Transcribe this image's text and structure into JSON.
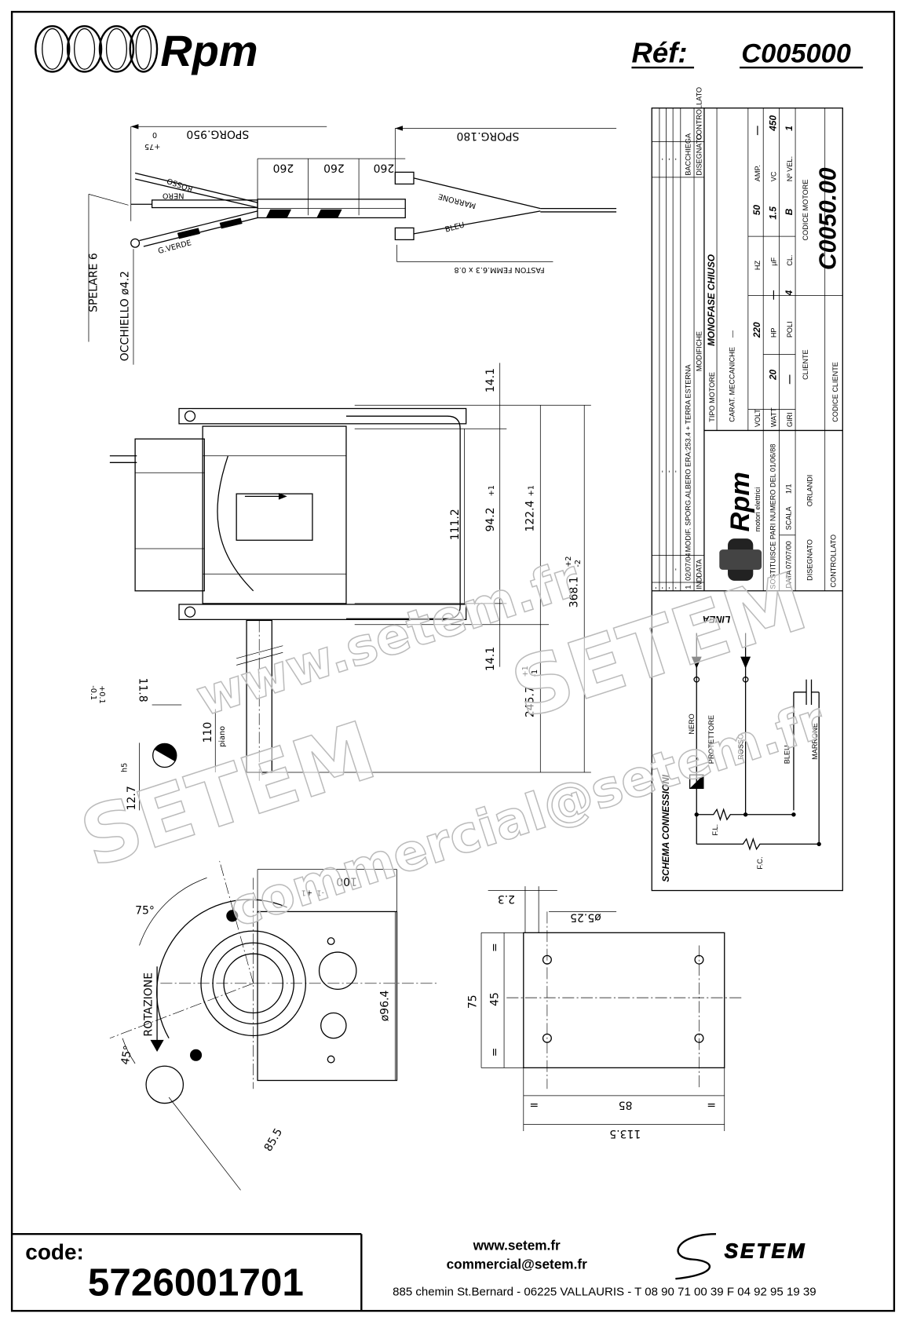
{
  "header": {
    "brand": "Rpm",
    "ref_label": "Réf:",
    "ref_value": "C005000"
  },
  "wiring": {
    "sporg_950": "SPORG.950",
    "tol_lower": "0",
    "tol_upper": "+75",
    "spacing": [
      "260",
      "260",
      "260"
    ],
    "rosso": "ROSSO",
    "nero": "NERO",
    "g_verde": "G.VERDE",
    "spelare": "SPELARE 6",
    "occhiello": "OCCHIELLO ø4.2",
    "sporg_180": "SPORG.180",
    "marrone": "MARRONE",
    "bleu": "BLEU",
    "faston": "FASTON FEMM.6.3 x 0.8"
  },
  "side_view": {
    "dim_top": "14.1",
    "dim_111": "111.2",
    "dim_94": "94.2",
    "dim_122": "122.4",
    "dim_368": "368.1",
    "dim_bottom": "14.1",
    "dim_245": "245.7",
    "tol_p1": "+1",
    "tol_m1": "-1",
    "tol_p2": "+2",
    "tol_m2": "-2",
    "dim_110": "110",
    "piano": "piano",
    "dim_12_7": "12.7",
    "h5": "h5",
    "dim_11_8": "11.8",
    "tol_p01": "+0.1",
    "tol_m01": "-0.1"
  },
  "front_view": {
    "angle_75": "75°",
    "angle_45": "45°",
    "rotation": "ROTAZIONE",
    "dim_100": "100",
    "dim_96_4": "ø96.4",
    "dim_85_5": "85.5",
    "tol_p1": "+1",
    "tol_m1": "-1"
  },
  "base_view": {
    "dim_75": "75",
    "dim_45": "45",
    "equal": "=",
    "dim_2_3": "2.3",
    "hole": "ø5.25",
    "dim_85": "85",
    "dim_113_5": "113.5"
  },
  "title_block": {
    "mod_rows": [
      {
        "ind": "1",
        "data": "02/07/04",
        "desc": "MODIF. SPORG.ALBERO ERA:253.4 + TERRA ESTERNA",
        "dis": "BACCHIEGA"
      },
      {
        "ind": "-",
        "data": "-",
        "desc": "-",
        "dis": "-"
      },
      {
        "ind": "-",
        "data": "-",
        "desc": "-",
        "dis": "-"
      },
      {
        "ind": "-",
        "data": "-",
        "desc": "-",
        "dis": "-"
      },
      {
        "ind": "-",
        "data": "-",
        "desc": "-",
        "dis": "-"
      }
    ],
    "hdr_ind": "IND",
    "hdr_data": "DATA",
    "hdr_modifiche": "MODIFICHE",
    "hdr_disegnato": "DISEGNATO",
    "hdr_controllato": "CONTROLLATO",
    "logo_brand": "Rpm",
    "logo_sub": "motori elettrici",
    "sostituisce": "SOSTITUISCE PARI NUMERO DEL 01/06/88",
    "data_label": "DATA",
    "data_value": "07/07/00",
    "scala_label": "SCALA",
    "scala_value": "1/1",
    "disegnato_label": "DISEGNATO",
    "disegnato_value": "ORLANDI",
    "controllato_label": "CONTROLLATO",
    "tipo_motore_label": "TIPO MOTORE",
    "tipo_motore_value": "MONOFASE CHIUSO",
    "carat_label": "CARAT. MECCANICHE",
    "carat_value": "—",
    "volt_label": "VOLT",
    "volt_value": "220",
    "hz_label": "HZ",
    "hz_value": "50",
    "amp_label": "AMP.",
    "amp_value": "—",
    "watt_label": "WATT",
    "watt_value": "20",
    "hp_label": "HP",
    "hp_value": "—",
    "uf_label": "µF",
    "uf_value": "1.5",
    "vc_label": "VC",
    "vc_value": "450",
    "giri_label": "GIRI",
    "giri_value": "—",
    "poli_label": "POLI",
    "poli_value": "4",
    "cl_label": "CL.",
    "cl_value": "B",
    "nvel_label": "Nº VEL.",
    "nvel_value": "1",
    "cliente_label": "CLIENTE",
    "codice_cliente_label": "CODICE CLIENTE",
    "codice_motore_label": "CODICE MOTORE",
    "codice_motore_value": "C0050.00"
  },
  "schema": {
    "title": "SCHEMA CONNESSIONI",
    "linea": "LINEA",
    "nero": "NERO",
    "protettore": "PROTETTORE",
    "rosso": "ROSSO",
    "bleu": "BLEU",
    "marrone": "MARRONE",
    "fl": "F.L.",
    "fc": "F.C."
  },
  "watermark": {
    "line1": "www.setem.fr",
    "line2": "SETEM",
    "line3": "commercial@setem.fr"
  },
  "footer": {
    "code_label": "code:",
    "code_value": "5726001701",
    "website": "www.setem.fr",
    "email": "commercial@setem.fr",
    "address": "885 chemin St.Bernard  -  06225 VALLAURIS  -  T 08 90 71 00 39   F 04 92 95 19 39",
    "brand": "SETEM"
  }
}
